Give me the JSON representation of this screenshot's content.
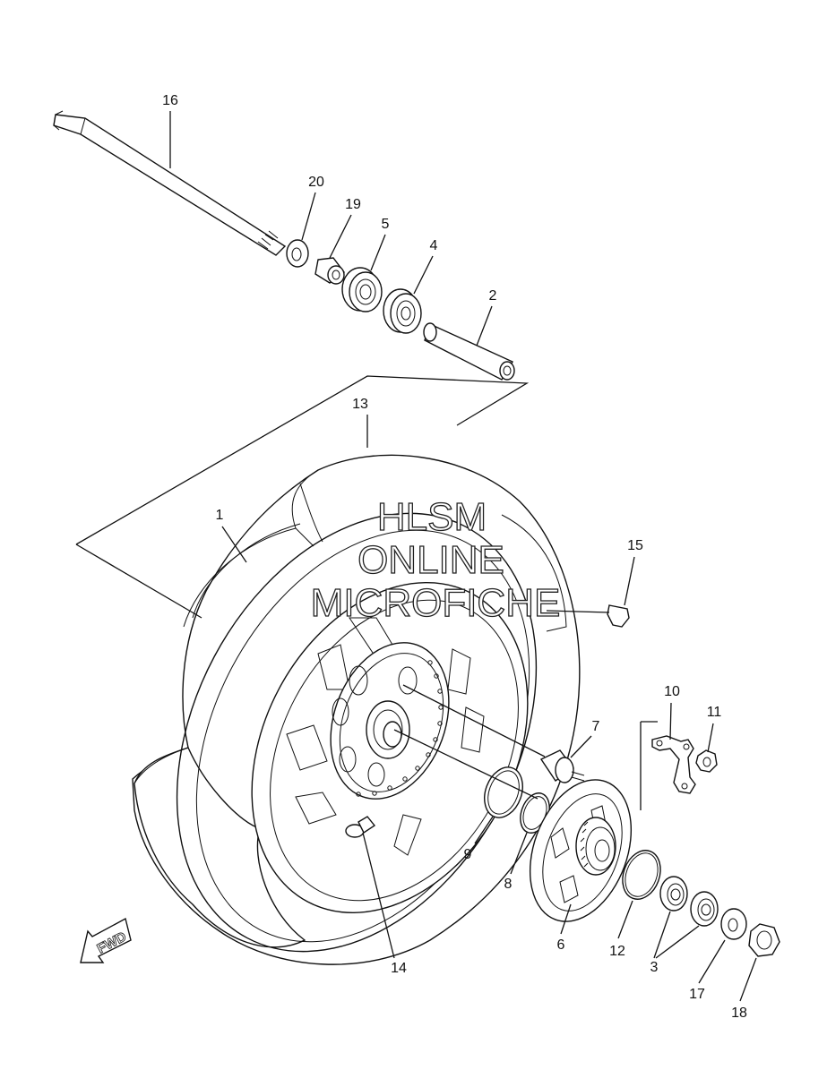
{
  "diagram": {
    "part_labels": {
      "p1": "1",
      "p2": "2",
      "p3": "3",
      "p4": "4",
      "p5": "5",
      "p6": "6",
      "p7": "7",
      "p8": "8",
      "p9": "9",
      "p10": "10",
      "p11": "11",
      "p12": "12",
      "p13": "13",
      "p14": "14",
      "p15": "15",
      "p16": "16",
      "p17": "17",
      "p18": "18",
      "p19": "19",
      "p20": "20"
    },
    "watermark": {
      "line1": "HLSM",
      "line2": "ONLINE",
      "line3": "MICROFICHE"
    },
    "direction_arrow": {
      "label": "FWD"
    }
  }
}
